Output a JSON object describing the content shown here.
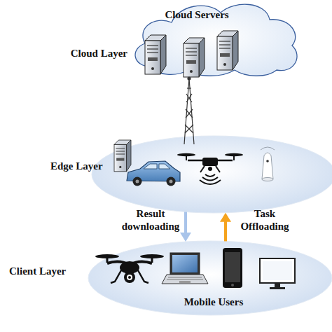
{
  "diagram": {
    "nodes": [
      {
        "text": [
          "Cloud Layer",
          "Cloud Servers"
        ]
      },
      {
        "text": [
          "Edge Layer"
        ]
      },
      {
        "text": [
          "Client Layer",
          "Mobile Users"
        ]
      }
    ],
    "edges": [
      {
        "from": 1,
        "to": 2,
        "label": "Result downloading",
        "arrow": "to"
      },
      {
        "from": 2,
        "to": 1,
        "label": "Task Offloading",
        "arrow": "to"
      }
    ]
  }
}
